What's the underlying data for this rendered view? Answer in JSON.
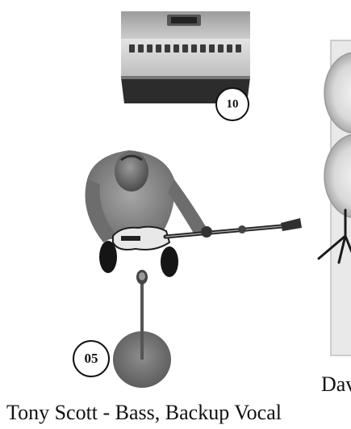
{
  "stage_plot": {
    "markers": {
      "amp": "10",
      "mic_stand": "05"
    },
    "captions": {
      "main": "Tony Scott - Bass, Backup Vocal",
      "partial": "Dav"
    }
  },
  "icons": [
    "amplifier-icon",
    "bassist-figure-icon",
    "bass-guitar-icon",
    "mic-stand-icon",
    "drum-kit-icon"
  ],
  "colors": {
    "ink": "#111111",
    "amp_face": "#d4d4d4",
    "grey_shirt": "#8a8a8a"
  }
}
